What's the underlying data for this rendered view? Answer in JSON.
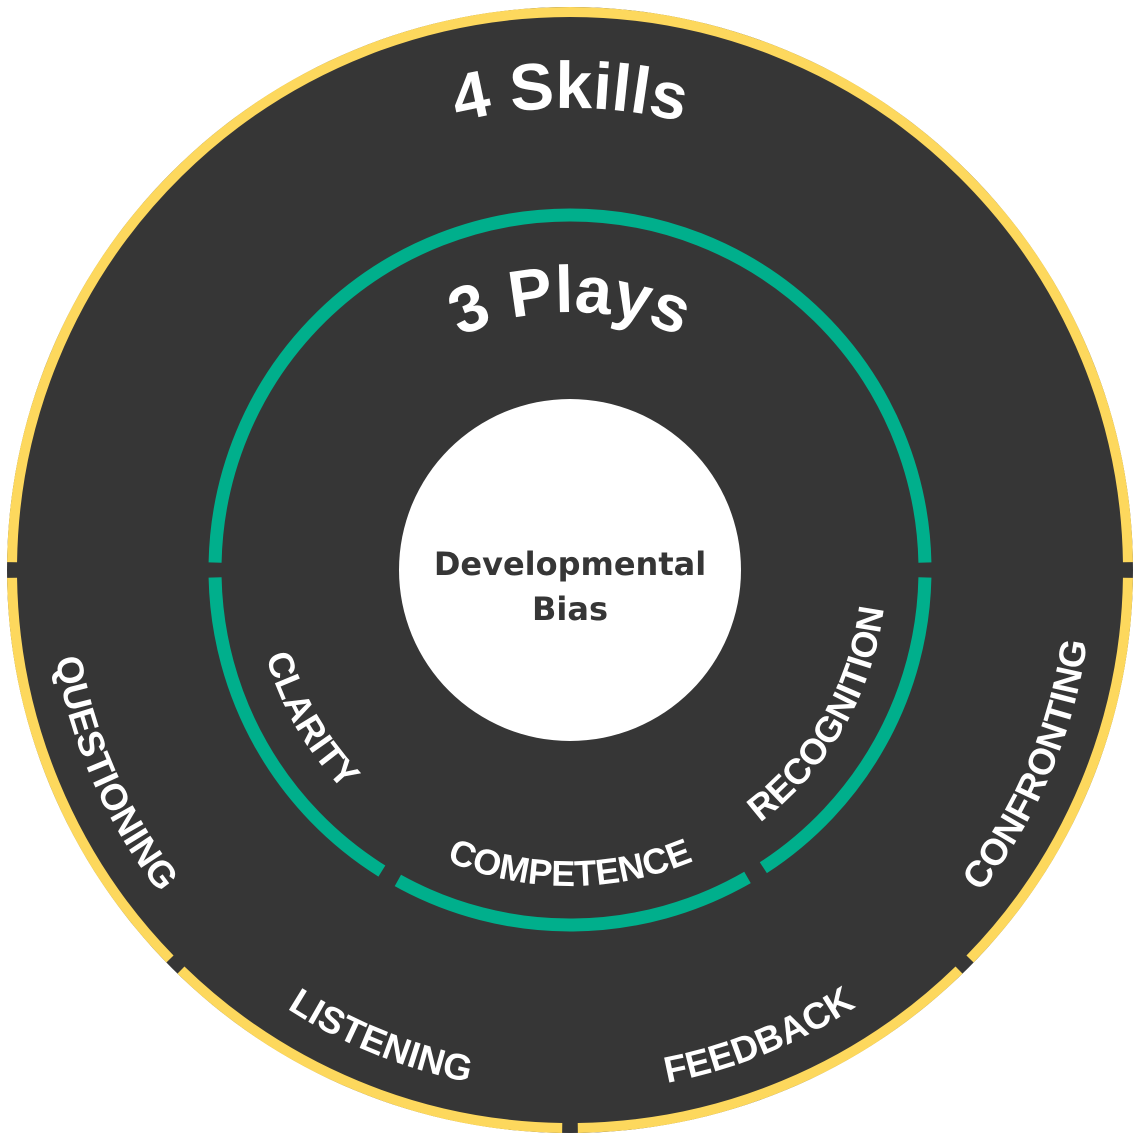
{
  "title_outer": "4 Skills",
  "title_inner": "3 Plays",
  "center": {
    "line1": "Developmental",
    "line2": "Bias"
  },
  "skills": [
    "QUESTIONING",
    "LISTENING",
    "FEEDBACK",
    "CONFRONTING"
  ],
  "plays": [
    "CLARITY",
    "COMPETENCE",
    "RECOGNITION"
  ],
  "colors": {
    "ring_outer": "#FDD85D",
    "background": "#363636",
    "ring_inner": "#00AF8C",
    "center": "#FFFFFF",
    "text": "#FFFFFF"
  }
}
